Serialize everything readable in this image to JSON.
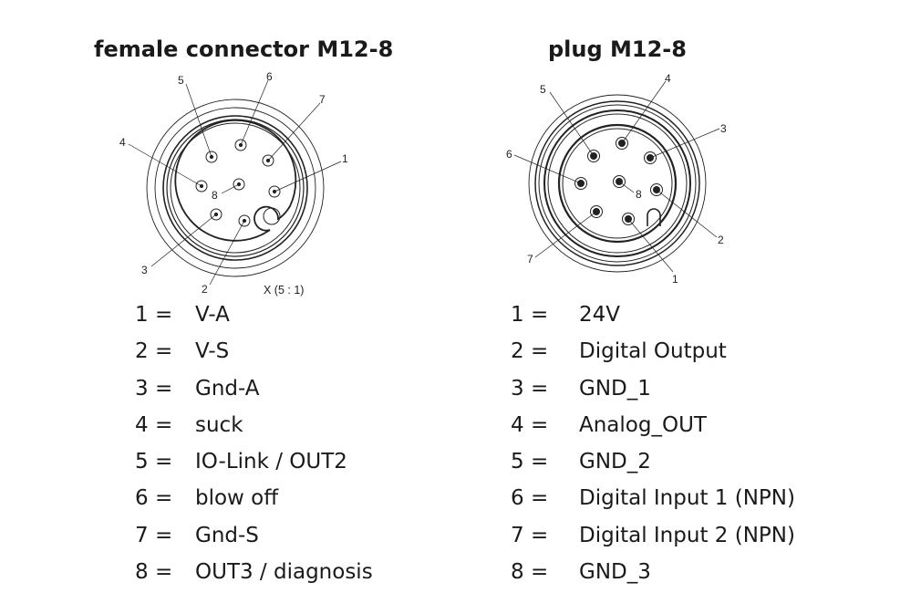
{
  "female": {
    "title": "female connector M12-8",
    "scale": "X (5 : 1)",
    "pin_labels": [
      "1",
      "2",
      "3",
      "4",
      "5",
      "6",
      "7",
      "8"
    ],
    "pins": [
      {
        "num": "1 =",
        "signal": "V-A"
      },
      {
        "num": "2 =",
        "signal": "V-S"
      },
      {
        "num": "3 =",
        "signal": "Gnd-A"
      },
      {
        "num": "4 =",
        "signal": "suck"
      },
      {
        "num": "5 =",
        "signal": "IO-Link / OUT2"
      },
      {
        "num": "6 =",
        "signal": "blow off"
      },
      {
        "num": "7 =",
        "signal": "Gnd-S"
      },
      {
        "num": "8 =",
        "signal": "OUT3 / diagnosis"
      }
    ]
  },
  "plug": {
    "title": "plug M12-8",
    "pin_labels": [
      "1",
      "2",
      "3",
      "4",
      "5",
      "6",
      "7",
      "8"
    ],
    "pins": [
      {
        "num": "1 =",
        "signal": "24V"
      },
      {
        "num": "2 =",
        "signal": "Digital Output"
      },
      {
        "num": "3 =",
        "signal": "GND_1"
      },
      {
        "num": "4 =",
        "signal": "Analog_OUT"
      },
      {
        "num": "5 =",
        "signal": "GND_2"
      },
      {
        "num": "6 =",
        "signal": "Digital Input 1 (NPN)"
      },
      {
        "num": "7 =",
        "signal": "Digital Input 2 (NPN)"
      },
      {
        "num": "8 =",
        "signal": "GND_3"
      }
    ]
  }
}
